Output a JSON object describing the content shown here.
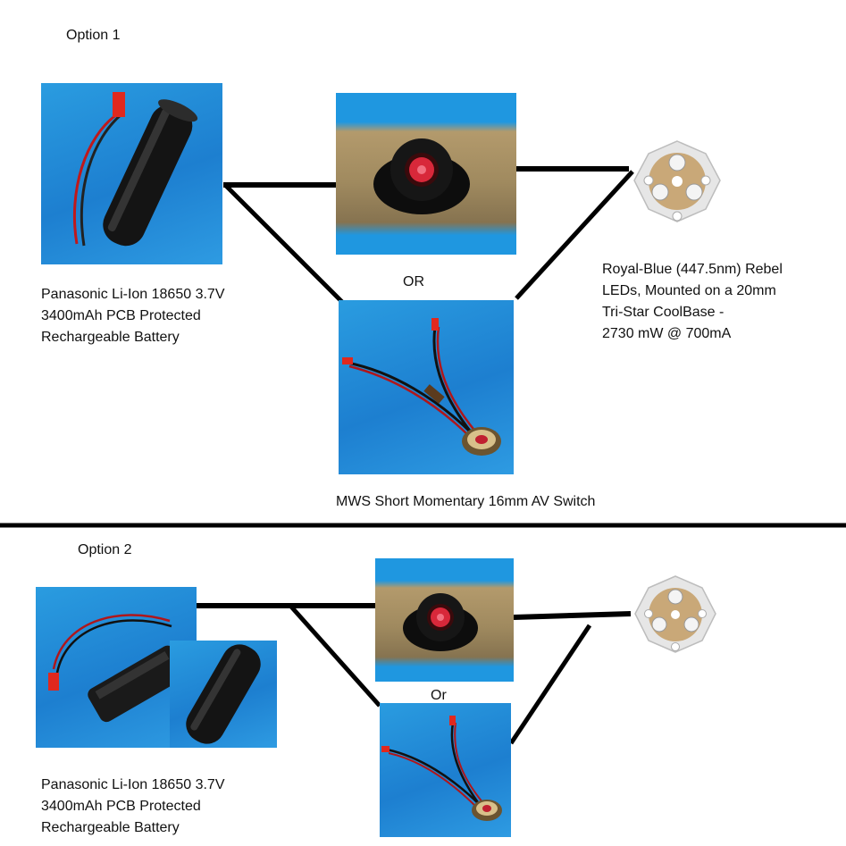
{
  "option1": {
    "heading": "Option 1",
    "battery_caption": [
      "Panasonic Li-Ion 18650 3.7V",
      "3400mAh PCB Protected",
      "Rechargeable Battery"
    ],
    "or_label": "OR",
    "switch_caption": "MWS Short Momentary 16mm AV Switch",
    "led_caption": [
      "Royal-Blue (447.5nm) Rebel",
      "LEDs, Mounted on a 20mm",
      "Tri-Star CoolBase -",
      "2730 mW @ 700mA"
    ]
  },
  "option2": {
    "heading": "Option 2",
    "battery_caption": [
      "Panasonic Li-Ion 18650 3.7V",
      "3400mAh PCB Protected",
      "Rechargeable Battery"
    ],
    "or_label": "Or"
  },
  "colors": {
    "photo_blue": "#1f8fdc",
    "switch_gold": "#a08a5f",
    "switch_red": "#d8283a",
    "wire": "#000000"
  },
  "icons": {
    "battery_photo": "battery-18650-icon",
    "button_photo": "push-button-switch-icon",
    "wired_switch_photo": "wired-switch-icon",
    "led_photo": "tristar-led-board-icon",
    "holder_photo": "battery-holder-icon"
  }
}
